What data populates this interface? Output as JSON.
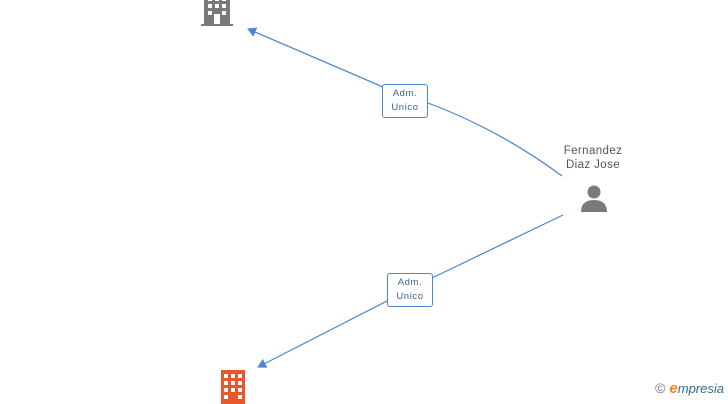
{
  "nodes": {
    "company_top": {
      "type": "company",
      "color": "#7a7a7a",
      "icon": "building-icon"
    },
    "company_bottom": {
      "type": "company",
      "color": "#e8572a",
      "icon": "building-icon"
    },
    "person": {
      "type": "person",
      "color": "#7a7a7a",
      "icon": "person-icon",
      "name_line1": "Fernandez",
      "name_line2": "Diaz Jose"
    }
  },
  "edges": [
    {
      "from": "person",
      "to": "company_top",
      "label_line1": "Adm.",
      "label_line2": "Unico"
    },
    {
      "from": "person",
      "to": "company_bottom",
      "label_line1": "Adm.",
      "label_line2": "Unico"
    }
  ],
  "colors": {
    "edge": "#4a86d4",
    "label_text": "#3a5f9a"
  },
  "brand": {
    "copyright": "©",
    "initial": "e",
    "rest": "mpresia"
  }
}
